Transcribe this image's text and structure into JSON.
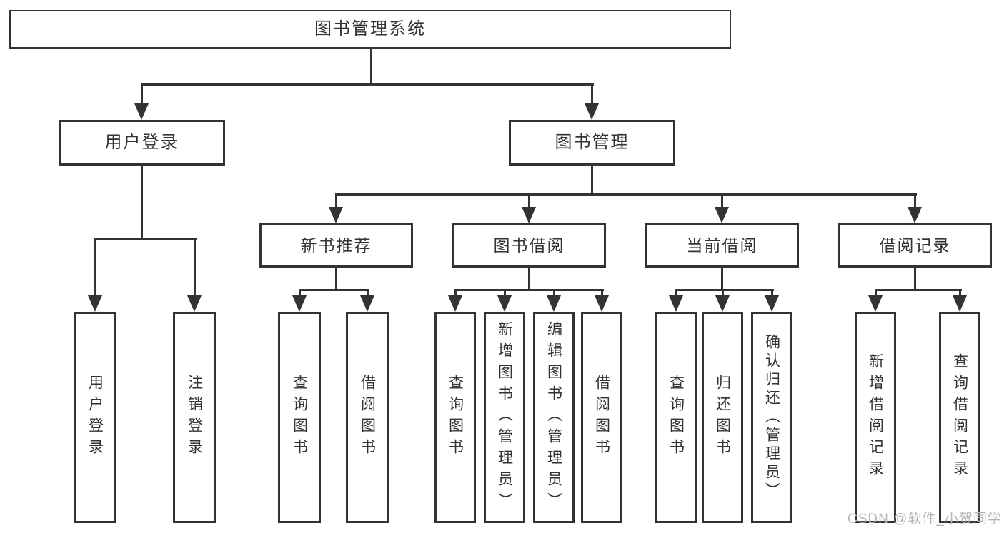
{
  "diagram": {
    "title": "图书管理系统",
    "branches": [
      {
        "label": "用户登录",
        "children": [
          "用户登录",
          "注销登录"
        ]
      },
      {
        "label": "图书管理",
        "children": [
          {
            "label": "新书推荐",
            "children": [
              "查询图书",
              "借阅图书"
            ]
          },
          {
            "label": "图书借阅",
            "children": [
              "查询图书",
              "新增图书（管理员）",
              "编辑图书（管理员）",
              "借阅图书"
            ]
          },
          {
            "label": "当前借阅",
            "children": [
              "查询图书",
              "归还图书",
              "确认归还（管理员）"
            ]
          },
          {
            "label": "借阅记录",
            "children": [
              "新增借阅记录",
              "查询借阅记录"
            ]
          }
        ]
      }
    ]
  },
  "watermark": "CSDN @软件_小贺同学",
  "colors": {
    "line": "#333333",
    "text": "#333333",
    "watermark": "#b5b5b5",
    "background": "#ffffff"
  }
}
